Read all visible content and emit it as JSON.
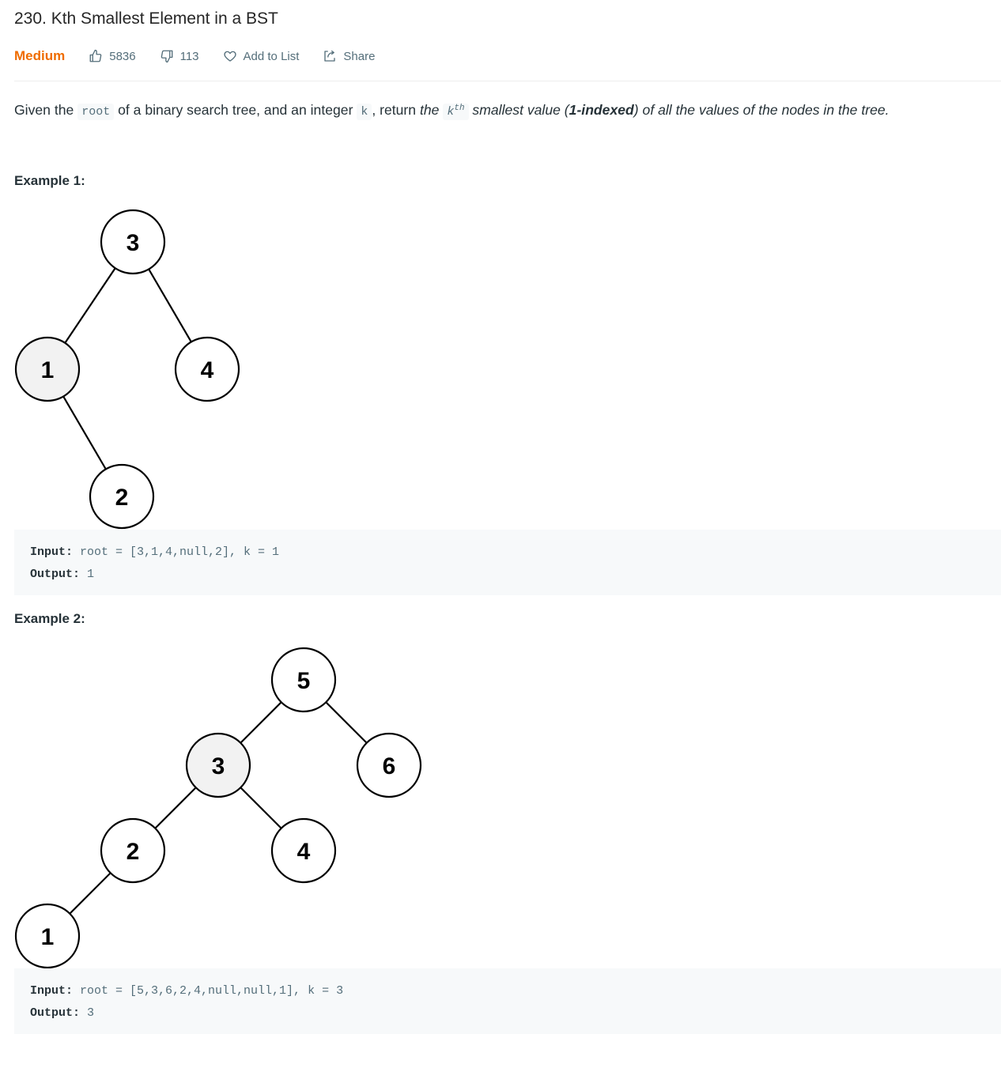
{
  "problem": {
    "title": "230. Kth Smallest Element in a BST",
    "difficulty": "Medium",
    "likes": "5836",
    "dislikes": "113",
    "add_to_list": "Add to List",
    "share": "Share"
  },
  "colors": {
    "difficulty": "#ef6c00",
    "highlight_node_fill": "#f2f2f2"
  },
  "description": {
    "p1": "Given the ",
    "code_root": "root",
    "p2": " of a binary search tree, and an integer ",
    "code_k": "k",
    "p3": ", return ",
    "em1": "the ",
    "code_kth_base": "k",
    "code_kth_sup": "th",
    "em2": " smallest value (",
    "bold": "1-indexed",
    "em3": ") of all the values of the nodes in the tree."
  },
  "examples": [
    {
      "title": "Example 1:",
      "nodes": [
        "3",
        "1",
        "4",
        "2"
      ],
      "input_label": "Input:",
      "input_value": " root = [3,1,4,null,2], k = 1",
      "output_label": "Output:",
      "output_value": " 1"
    },
    {
      "title": "Example 2:",
      "nodes": [
        "5",
        "3",
        "6",
        "2",
        "4",
        "1"
      ],
      "input_label": "Input:",
      "input_value": " root = [5,3,6,2,4,null,null,1], k = 3",
      "output_label": "Output:",
      "output_value": " 3"
    }
  ]
}
